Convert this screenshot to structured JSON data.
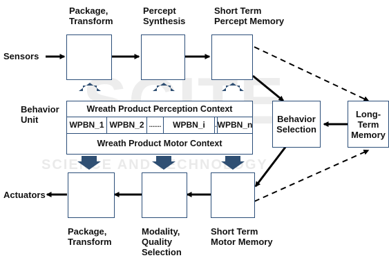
{
  "modules": {
    "top_left": "Package,\nTransform",
    "top_mid": "Percept\nSynthesis",
    "top_right": "Short Term\nPercept Memory",
    "bottom_left": "Package,\nTransform",
    "bottom_mid": "Modality,\nQuality\nSelection",
    "bottom_right": "Short Term\nMotor Memory",
    "behavior_selection": "Behavior\nSelection",
    "long_term_memory": "Long-\nTerm\nMemory"
  },
  "io": {
    "sensors": "Sensors",
    "actuators": "Actuators"
  },
  "behavior_unit": {
    "label": "Behavior\nUnit",
    "perception_context": "Wreath Product Perception Context",
    "motor_context": "Wreath Product Motor Context",
    "cells": [
      "WPBN_1",
      "WPBN_2",
      ".......",
      "WPBN_i",
      ".......",
      "WPBN_n"
    ]
  },
  "watermark": {
    "line1": "SCITE",
    "line2": "SCIENCE AND TECHNOLOGY"
  },
  "colors": {
    "border": "#2a4d78",
    "arrow": "#000000",
    "block_arrow": "#2f4f73",
    "watermark": "#d9d9d9"
  }
}
